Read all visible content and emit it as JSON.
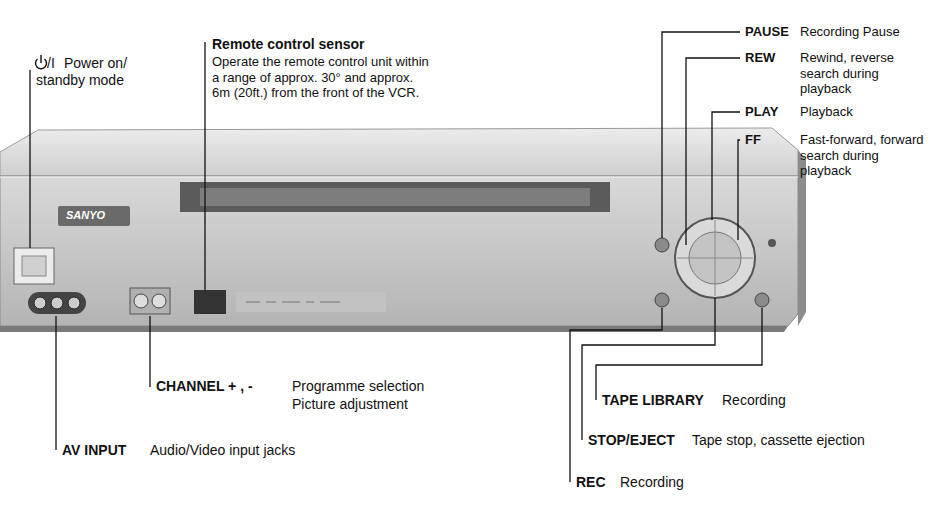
{
  "diagram": {
    "labels": [
      "/I",
      "Power on/ standby mode",
      "Remote control sensor",
      "Operate the remote control unit within a range of approx. 30° and approx. 6m (20ft.) from the front of the VCR.",
      "PAUSE",
      "Recording Pause",
      "REW",
      "Rewind, reverse search during playback",
      "PLAY",
      "Playback",
      "FF",
      "Fast-forward, forward search during playback",
      "CHANNEL + , -",
      "Programme selection",
      "Picture adjustment",
      "AV INPUT",
      "Audio/Video input jacks",
      "TAPE LIBRARY",
      "Recording",
      "STOP/EJECT",
      "Tape stop, cassette ejection",
      "REC",
      "Recording",
      "SANYO"
    ]
  }
}
